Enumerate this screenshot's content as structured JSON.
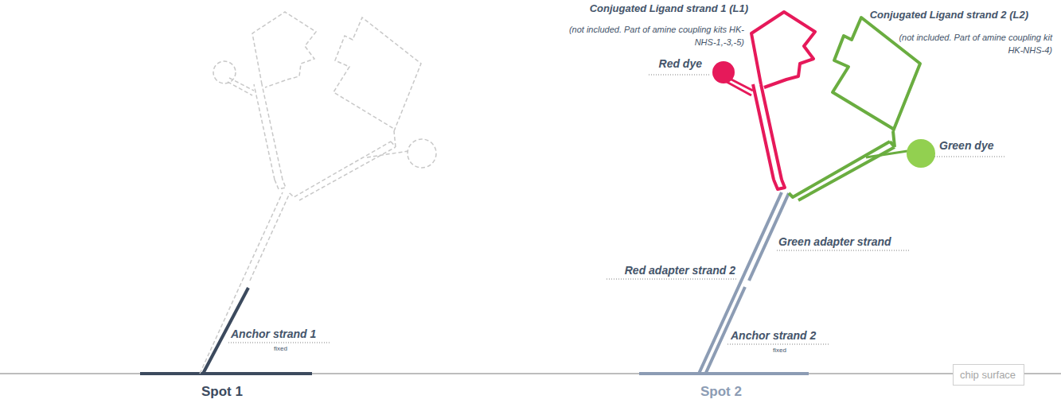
{
  "diagram": {
    "nodes": [
      {
        "text": [
          "chip surface"
        ]
      }
    ],
    "labels": [
      "Conjugated Ligand strand 1 (L1)",
      "(not included. Part of amine coupling kits HK-NHS-1,-3,-5)",
      "Conjugated Ligand strand 2 (L2)",
      "(not included. Part of amine coupling kit HK-NHS-4)",
      "Red dye",
      "Green dye",
      "Green adapter strand",
      "Red adapter strand 2",
      "Anchor strand 1",
      "fixed",
      "Anchor strand 2",
      "fixed",
      "Spot 1",
      "Spot 2"
    ]
  }
}
